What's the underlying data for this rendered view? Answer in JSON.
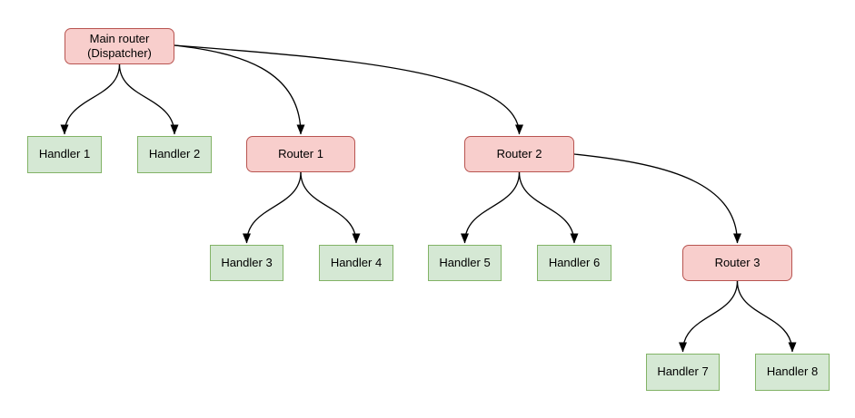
{
  "diagram": {
    "type": "tree",
    "description": "Router dispatch tree diagram",
    "colors": {
      "background": "#ffffff",
      "router_fill": "#f8cecc",
      "router_border": "#b85450",
      "handler_fill": "#d5e8d4",
      "handler_border": "#82b366",
      "edge": "#000000"
    },
    "nodes": [
      {
        "id": "main-router",
        "type": "router",
        "label": "Main router\n(Dispatcher)"
      },
      {
        "id": "handler-1",
        "type": "handler",
        "label": "Handler 1"
      },
      {
        "id": "handler-2",
        "type": "handler",
        "label": "Handler 2"
      },
      {
        "id": "router-1",
        "type": "router",
        "label": "Router 1"
      },
      {
        "id": "router-2",
        "type": "router",
        "label": "Router 2"
      },
      {
        "id": "handler-3",
        "type": "handler",
        "label": "Handler 3"
      },
      {
        "id": "handler-4",
        "type": "handler",
        "label": "Handler 4"
      },
      {
        "id": "handler-5",
        "type": "handler",
        "label": "Handler 5"
      },
      {
        "id": "handler-6",
        "type": "handler",
        "label": "Handler 6"
      },
      {
        "id": "router-3",
        "type": "router",
        "label": "Router 3"
      },
      {
        "id": "handler-7",
        "type": "handler",
        "label": "Handler 7"
      },
      {
        "id": "handler-8",
        "type": "handler",
        "label": "Handler 8"
      }
    ],
    "edges": [
      {
        "from": "main-router",
        "to": "handler-1"
      },
      {
        "from": "main-router",
        "to": "handler-2"
      },
      {
        "from": "main-router",
        "to": "router-1"
      },
      {
        "from": "main-router",
        "to": "router-2"
      },
      {
        "from": "router-1",
        "to": "handler-3"
      },
      {
        "from": "router-1",
        "to": "handler-4"
      },
      {
        "from": "router-2",
        "to": "handler-5"
      },
      {
        "from": "router-2",
        "to": "handler-6"
      },
      {
        "from": "router-2",
        "to": "router-3"
      },
      {
        "from": "router-3",
        "to": "handler-7"
      },
      {
        "from": "router-3",
        "to": "handler-8"
      }
    ]
  }
}
